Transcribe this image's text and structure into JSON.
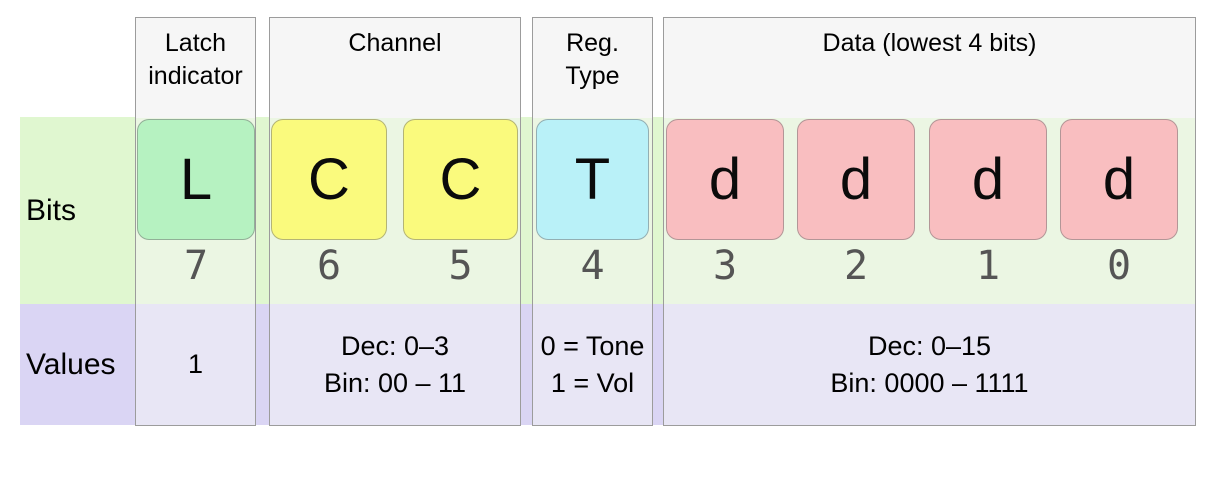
{
  "diagram": {
    "title_hint": "byte bit layout table",
    "row_labels": {
      "bits": "Bits",
      "values": "Values"
    },
    "columns": [
      {
        "header_lines": [
          "Latch",
          "indicator"
        ]
      },
      {
        "header_lines": [
          "Channel",
          ""
        ]
      },
      {
        "header_lines": [
          "Reg.",
          "Type"
        ]
      },
      {
        "header_lines": [
          "Data (lowest 4 bits)",
          ""
        ]
      }
    ],
    "bit_cells": [
      {
        "letter": "L",
        "bit": "7",
        "color": "#b6f2c1"
      },
      {
        "letter": "C",
        "bit": "6",
        "color": "#fafa7d"
      },
      {
        "letter": "C",
        "bit": "5",
        "color": "#fafa7d"
      },
      {
        "letter": "T",
        "bit": "4",
        "color": "#b9f1f8"
      },
      {
        "letter": "d",
        "bit": "3",
        "color": "#f9bec0"
      },
      {
        "letter": "d",
        "bit": "2",
        "color": "#f9bec0"
      },
      {
        "letter": "d",
        "bit": "1",
        "color": "#f9bec0"
      },
      {
        "letter": "d",
        "bit": "0",
        "color": "#f9bec0"
      }
    ],
    "value_cells": [
      {
        "lines": [
          "1",
          ""
        ]
      },
      {
        "lines": [
          "Dec: 0–3",
          "Bin: 00 – 11"
        ]
      },
      {
        "lines": [
          "0 = Tone",
          "1 = Vol"
        ]
      },
      {
        "lines": [
          "Dec: 0–15",
          "Bin: 0000 – 1111"
        ]
      }
    ],
    "colors": {
      "bits_band": "#e0f7d0",
      "values_band": "#dad5f4",
      "header_fill": "#f6f6f6",
      "column_border": "#9c9c9c",
      "bit_number_text": "#555555"
    }
  }
}
